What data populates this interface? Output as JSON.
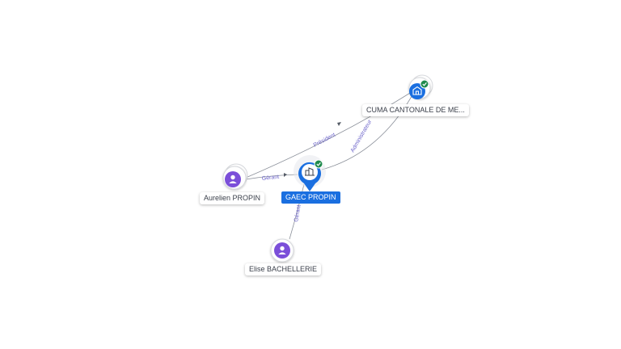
{
  "nodes": {
    "cuma": {
      "label": "CUMA CANTONALE DE ME...",
      "type": "company",
      "verified": true,
      "icon": "building-icon"
    },
    "gaec": {
      "label": "GAEC PROPIN",
      "type": "company",
      "verified": true,
      "selected": true,
      "icon": "building-icon"
    },
    "aurelien": {
      "label": "Aurelien PROPIN",
      "type": "person",
      "icon": "person-icon"
    },
    "elise": {
      "label": "Elise BACHELLERIE",
      "type": "person",
      "icon": "person-icon"
    }
  },
  "edges": {
    "aurelien_cuma": {
      "label": "Président"
    },
    "aurelien_gaec": {
      "label": "Gérant"
    },
    "gaec_cuma": {
      "label": "Administrateur"
    },
    "elise_gaec": {
      "label": "Gérant"
    }
  },
  "colors": {
    "company": "#1a6fe0",
    "person": "#7b4fd9",
    "verified": "#1f8a4c",
    "edge": "#8a8f99",
    "edge_label": "#6b63c9"
  }
}
